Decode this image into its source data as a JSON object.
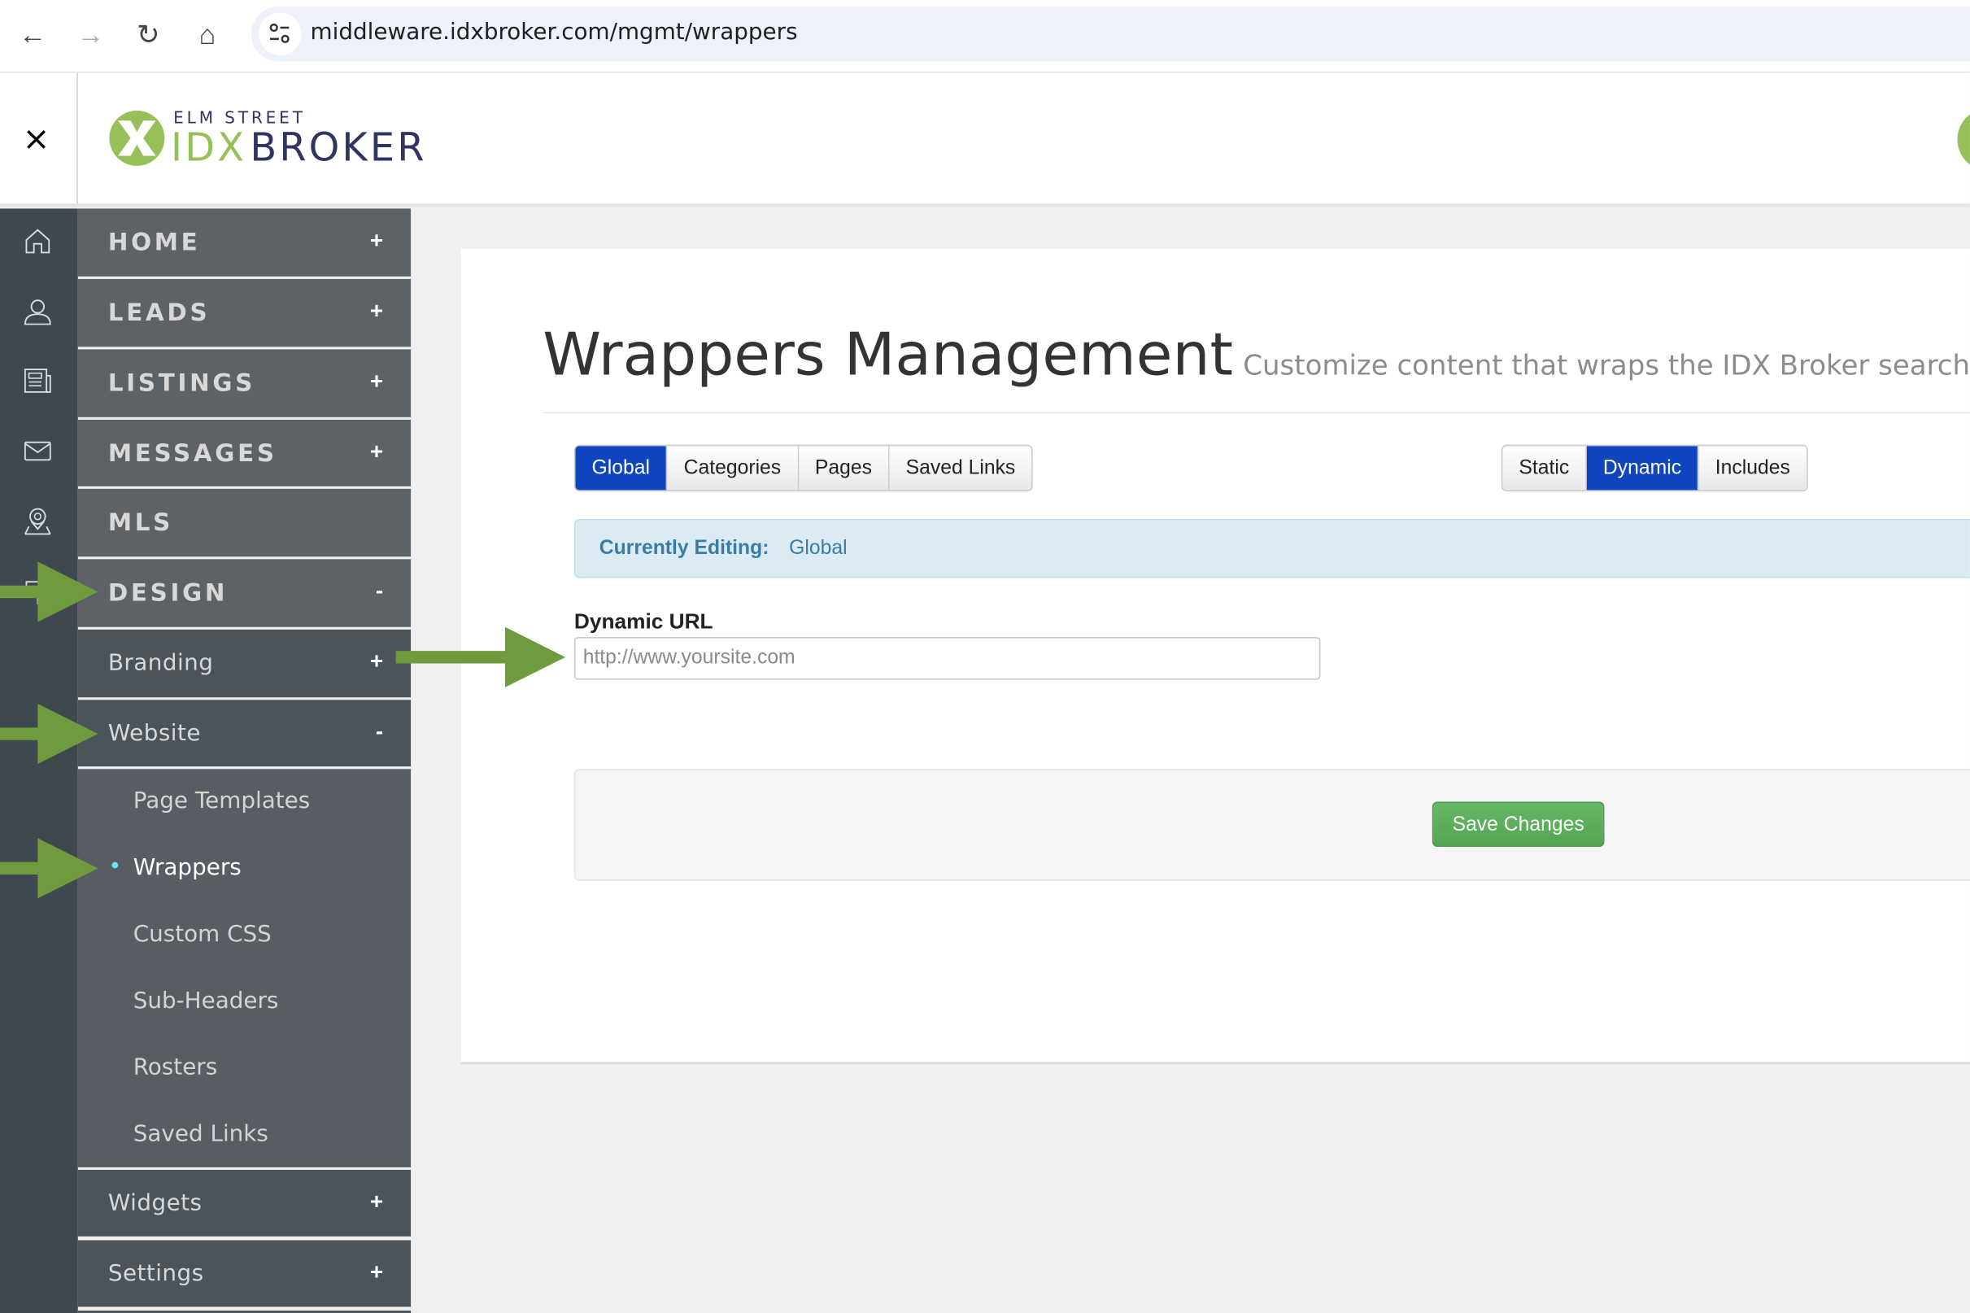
{
  "browser": {
    "url": "middleware.idxbroker.com/mgmt/wrappers"
  },
  "header": {
    "close_label": "×",
    "logo": {
      "top": "ELM STREET",
      "idx": "IDX",
      "broker": "BROKER"
    }
  },
  "sidebar": {
    "items": [
      {
        "label": "HOME",
        "toggle": "+",
        "icon": "home-icon"
      },
      {
        "label": "LEADS",
        "toggle": "+",
        "icon": "user-icon"
      },
      {
        "label": "LISTINGS",
        "toggle": "+",
        "icon": "listings-icon"
      },
      {
        "label": "MESSAGES",
        "toggle": "+",
        "icon": "mail-icon"
      },
      {
        "label": "MLS",
        "toggle": "",
        "icon": "map-pin-icon"
      },
      {
        "label": "DESIGN",
        "toggle": "-",
        "icon": "design-icon"
      }
    ],
    "design_sub": [
      {
        "label": "Branding",
        "toggle": "+"
      },
      {
        "label": "Website",
        "toggle": "-"
      }
    ],
    "website_sub": [
      "Page Templates",
      "Wrappers",
      "Custom CSS",
      "Sub-Headers",
      "Rosters",
      "Saved Links"
    ],
    "active_leaf": "Wrappers",
    "more_sub": [
      {
        "label": "Widgets",
        "toggle": "+"
      },
      {
        "label": "Settings",
        "toggle": "+"
      }
    ]
  },
  "main": {
    "title": "Wrappers Management",
    "subtitle": "Customize content that wraps the IDX Broker search",
    "scope_tabs": [
      "Global",
      "Categories",
      "Pages",
      "Saved Links"
    ],
    "scope_active": "Global",
    "type_tabs": [
      "Static",
      "Dynamic",
      "Includes"
    ],
    "type_active": "Dynamic",
    "alert": {
      "label": "Currently Editing:",
      "value": "Global"
    },
    "field": {
      "label": "Dynamic URL",
      "placeholder": "http://www.yoursite.com",
      "value": ""
    },
    "save_label": "Save Changes"
  },
  "colors": {
    "accent_blue": "#1045c0",
    "brand_green": "#97c05a",
    "annotation_arrow": "#6f9a3e",
    "save_green": "#5cb05c"
  }
}
